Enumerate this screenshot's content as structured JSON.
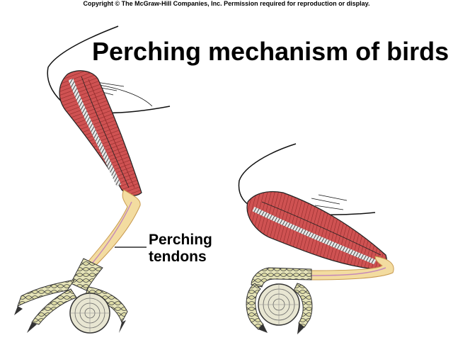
{
  "copyright": "Copyright © The McGraw-Hill Companies, Inc. Permission required for reproduction or display.",
  "title": "Perching mechanism of birds",
  "label": {
    "line1": "Perching",
    "line2": "tendons"
  },
  "colors": {
    "muscle": "#c84a4a",
    "muscle_dark": "#8e2a2a",
    "tendon": "#f3dca0",
    "tendon_edge": "#c89a50",
    "tendon_inner": "#c58ab8",
    "scale": "#e6e4b8",
    "perch": "#e8e6d2"
  }
}
